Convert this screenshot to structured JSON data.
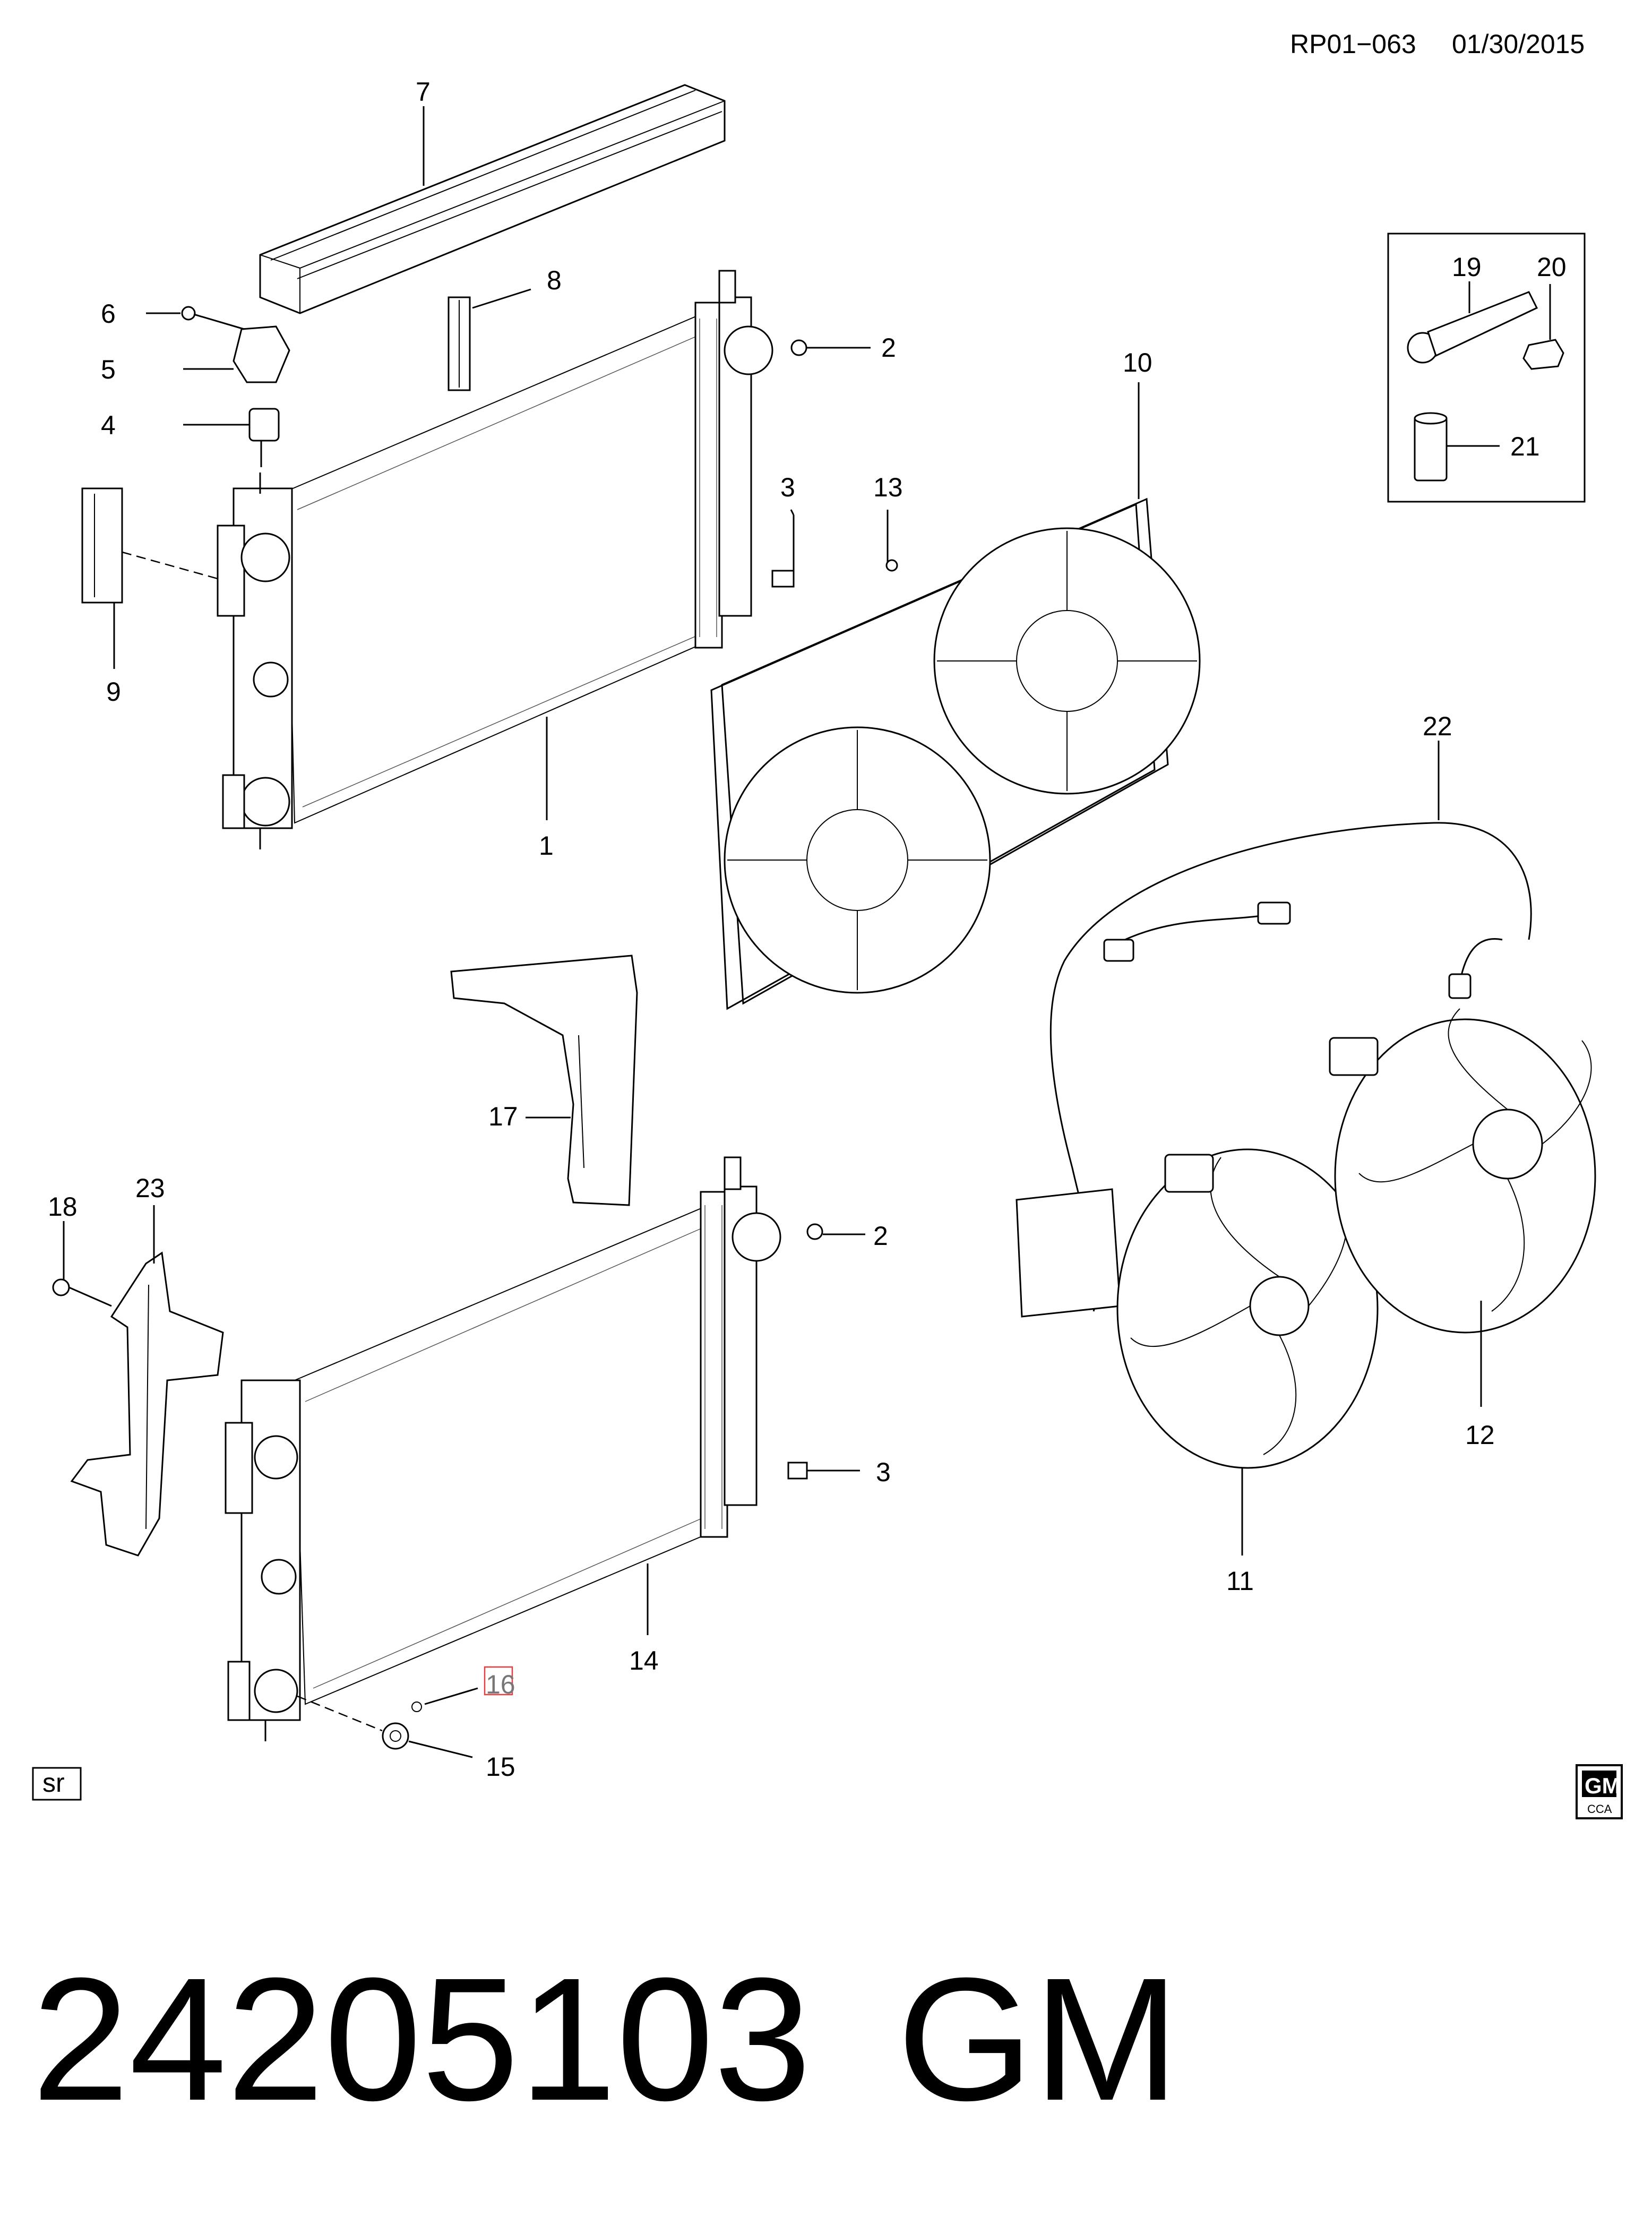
{
  "header": {
    "doc_id": "RP01−063",
    "date": "01/30/2015"
  },
  "callouts": {
    "c1": "1",
    "c2a": "2",
    "c2b": "2",
    "c3a": "3",
    "c3b": "3",
    "c4": "4",
    "c5": "5",
    "c6": "6",
    "c7": "7",
    "c8": "8",
    "c9": "9",
    "c10": "10",
    "c11": "11",
    "c12": "12",
    "c13": "13",
    "c14": "14",
    "c15": "15",
    "c16": "16",
    "c17": "17",
    "c18": "18",
    "c19": "19",
    "c20": "20",
    "c21": "21",
    "c22": "22",
    "c23": "23"
  },
  "inset_box_label": "sr",
  "logo": {
    "letters": "GM",
    "sub": "CCA"
  },
  "footer": {
    "part_number": "24205103",
    "brand": "GM"
  },
  "highlight": {
    "callout": "16",
    "color": "#e04040"
  }
}
